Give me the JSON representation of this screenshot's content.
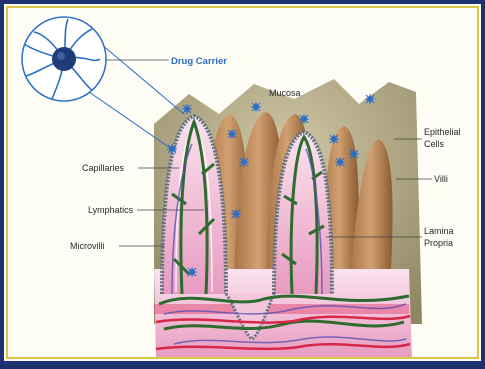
{
  "labels": {
    "drug_carrier": "Drug Carrier",
    "mucosa": "Mucosa",
    "epithelial_line1": "Epithelial",
    "epithelial_line2": "Cells",
    "villi": "Villi",
    "capillaries": "Capillaries",
    "lymphatics": "Lymphatics",
    "microvilli": "Microvilli",
    "lamina_line1": "Lamina",
    "lamina_line2": "Propria"
  },
  "colors": {
    "frame_outer": "#1e3170",
    "frame_inner": "#d9c64a",
    "mucosa": "#a09672",
    "villus": "#8a5a32",
    "lamina": "#f3c6dc",
    "epithelium": "#5f7483",
    "capillary": "#2e6b2e",
    "lymph": "#5a4fb0",
    "blood": "#d8284a",
    "carrier": "#2c6fc6"
  }
}
